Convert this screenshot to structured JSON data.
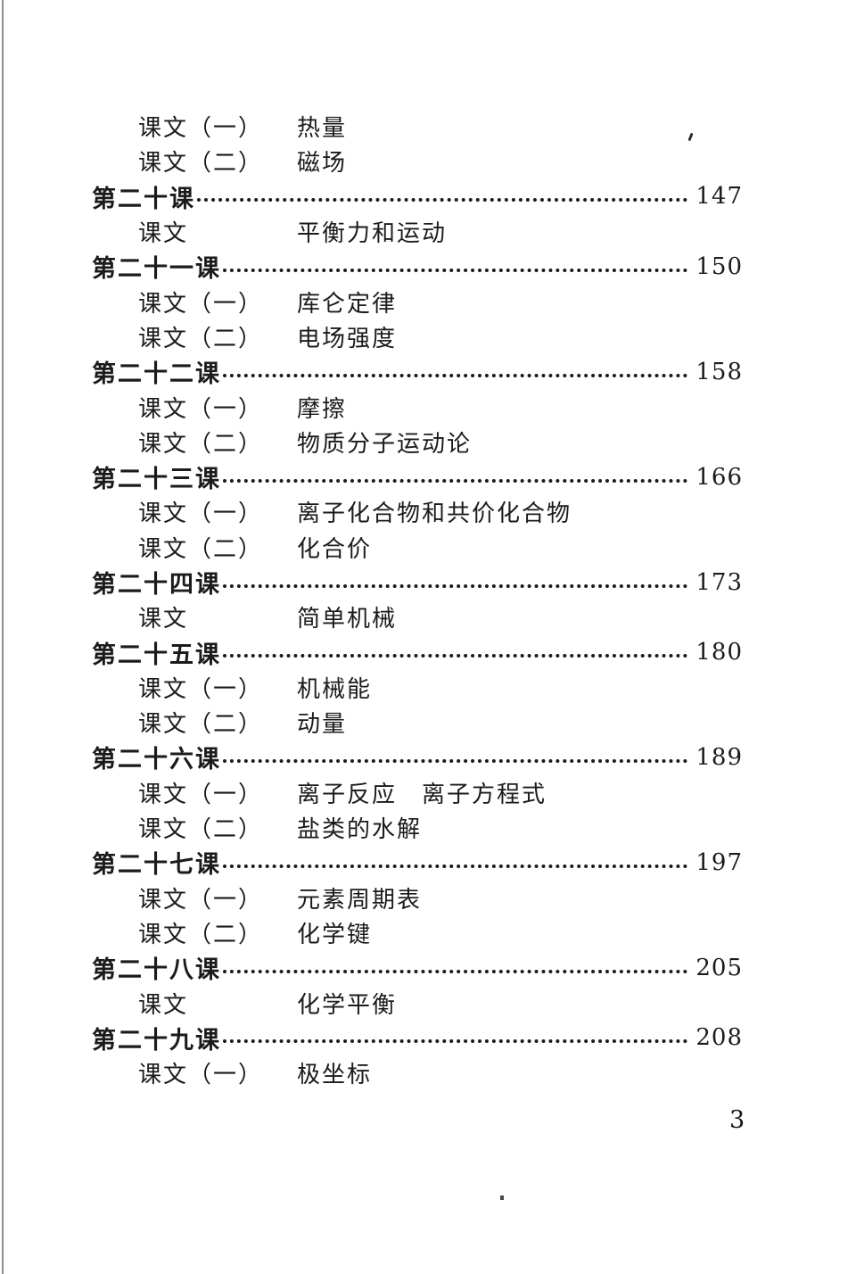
{
  "document": {
    "kind": "table-of-contents-page",
    "page_number": "3"
  },
  "colors": {
    "ink": "#1b1b1b",
    "paper": "#ffffff",
    "scan_edge_line": "#8d8d8d"
  },
  "toc": {
    "entries": [
      {
        "type": "text",
        "label": "课文（一）",
        "title": "热量"
      },
      {
        "type": "text",
        "label": "课文（二）",
        "title": "磁场"
      },
      {
        "type": "lesson",
        "label": "第二十课",
        "page": "147"
      },
      {
        "type": "text",
        "label": "课文",
        "title": "平衡力和运动"
      },
      {
        "type": "lesson",
        "label": "第二十一课",
        "page": "150"
      },
      {
        "type": "text",
        "label": "课文（一）",
        "title": "库仑定律"
      },
      {
        "type": "text",
        "label": "课文（二）",
        "title": "电场强度"
      },
      {
        "type": "lesson",
        "label": "第二十二课",
        "page": "158"
      },
      {
        "type": "text",
        "label": "课文（一）",
        "title": "摩擦"
      },
      {
        "type": "text",
        "label": "课文（二）",
        "title": "物质分子运动论"
      },
      {
        "type": "lesson",
        "label": "第二十三课",
        "page": "166"
      },
      {
        "type": "text",
        "label": "课文（一）",
        "title": "离子化合物和共价化合物"
      },
      {
        "type": "text",
        "label": "课文（二）",
        "title": "化合价"
      },
      {
        "type": "lesson",
        "label": "第二十四课",
        "page": "173"
      },
      {
        "type": "text",
        "label": "课文",
        "title": "简单机械"
      },
      {
        "type": "lesson",
        "label": "第二十五课",
        "page": "180"
      },
      {
        "type": "text",
        "label": "课文（一）",
        "title": "机械能"
      },
      {
        "type": "text",
        "label": "课文（二）",
        "title": "动量"
      },
      {
        "type": "lesson",
        "label": "第二十六课",
        "page": "189"
      },
      {
        "type": "text",
        "label": "课文（一）",
        "title": "离子反应　离子方程式"
      },
      {
        "type": "text",
        "label": "课文（二）",
        "title": "盐类的水解"
      },
      {
        "type": "lesson",
        "label": "第二十七课",
        "page": "197"
      },
      {
        "type": "text",
        "label": "课文（一）",
        "title": "元素周期表"
      },
      {
        "type": "text",
        "label": "课文（二）",
        "title": "化学键"
      },
      {
        "type": "lesson",
        "label": "第二十八课",
        "page": "205"
      },
      {
        "type": "text",
        "label": "课文",
        "title": "化学平衡"
      },
      {
        "type": "lesson",
        "label": "第二十九课",
        "page": "208"
      },
      {
        "type": "text",
        "label": "课文（一）",
        "title": "极坐标"
      }
    ]
  }
}
